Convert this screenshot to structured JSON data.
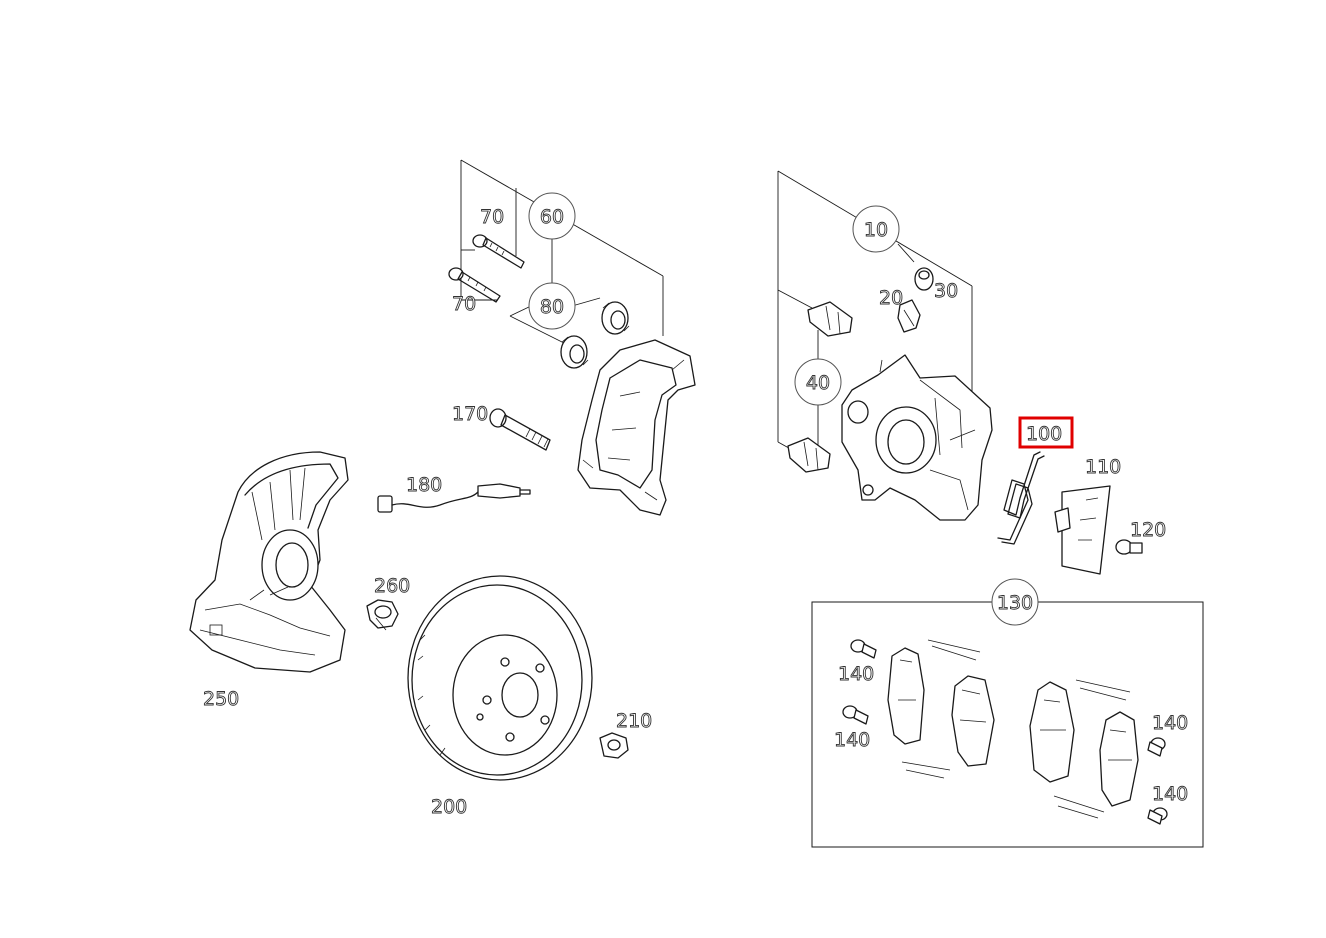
{
  "colors": {
    "line": "#1a1a1a",
    "highlight": "#e00000",
    "background": "#ffffff"
  },
  "callouts": {
    "p10": "10",
    "p20": "20",
    "p30": "30",
    "p40": "40",
    "p60": "60",
    "p70a": "70",
    "p70b": "70",
    "p80": "80",
    "p100": "100",
    "p110": "110",
    "p120": "120",
    "p130": "130",
    "p140a": "140",
    "p140b": "140",
    "p140c": "140",
    "p140d": "140",
    "p170": "170",
    "p180": "180",
    "p200": "200",
    "p210": "210",
    "p250": "250",
    "p260": "260"
  },
  "highlighted_part": "100"
}
